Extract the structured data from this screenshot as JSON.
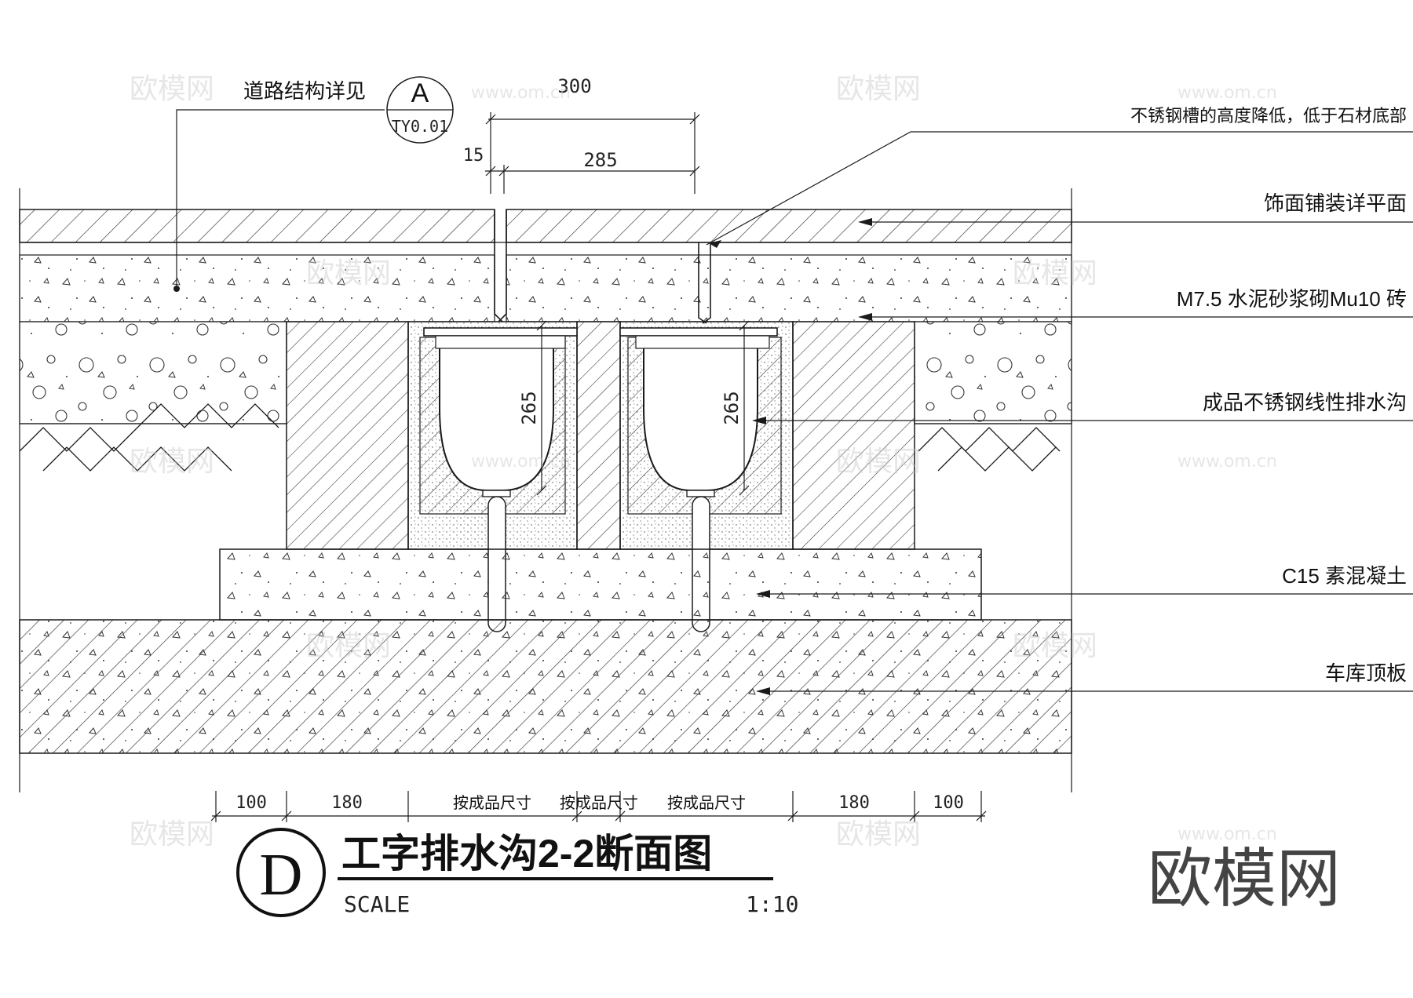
{
  "drawing": {
    "title": "工字排水沟2-2断面图",
    "detail_letter": "D",
    "scale_label": "SCALE",
    "scale_value": "1:10",
    "brand_watermark": "欧模网",
    "watermark_site": "www.om.cn"
  },
  "reference": {
    "note": "道路结构详见",
    "symbol_letter": "A",
    "symbol_sheet": "TY0.01"
  },
  "callouts": [
    "不锈钢槽的高度降低，低于石材底部",
    "饰面铺装详平面",
    "M7.5 水泥砂浆砌Mu10  砖",
    "成品不锈钢线性排水沟",
    "C15 素混凝土",
    "车库顶板"
  ],
  "dimensions": {
    "top_total": "300",
    "top_gap": "15",
    "top_inner": "285",
    "channel_depth_left": "265",
    "channel_depth_right": "265",
    "bottom": [
      "100",
      "180",
      "按成品尺寸",
      "按成品尺寸",
      "按成品尺寸",
      "180",
      "100"
    ]
  },
  "colors": {
    "line": "#1a1a1a",
    "hatch": "#333333",
    "watermark": "#c9c9c9"
  }
}
